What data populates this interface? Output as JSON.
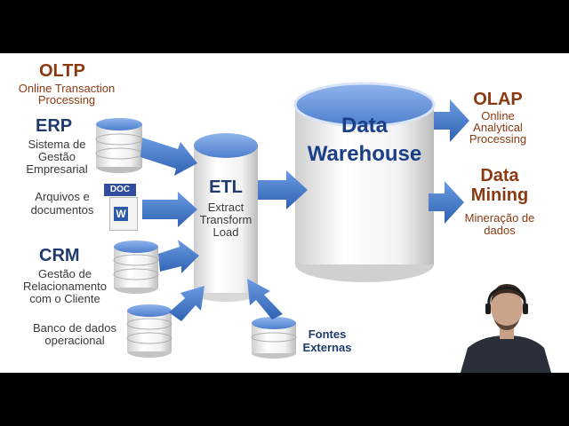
{
  "oltp": {
    "title": "OLTP",
    "sub1": "Online Transaction",
    "sub2": "Processing"
  },
  "erp": {
    "title": "ERP",
    "l1": "Sistema de",
    "l2": "Gestão",
    "l3": "Empresarial"
  },
  "docs": {
    "tag": "DOC",
    "l1": "Arquivos e",
    "l2": "documentos"
  },
  "crm": {
    "title": "CRM",
    "l1": "Gestão de",
    "l2": "Relacionamento",
    "l3": "com o Cliente"
  },
  "banco": {
    "l1": "Banco de dados",
    "l2": "operacional"
  },
  "etl": {
    "title": "ETL",
    "l1": "Extract",
    "l2": "Transform",
    "l3": "Load"
  },
  "fontes": {
    "l1": "Fontes",
    "l2": "Externas"
  },
  "dw": {
    "l1": "Data",
    "l2": "Warehouse"
  },
  "olap": {
    "title": "OLAP",
    "l1": "Online",
    "l2": "Analytical",
    "l3": "Processing"
  },
  "dm": {
    "l1": "Data",
    "l2": "Mining",
    "s1": "Mineração de",
    "s2": "dados"
  },
  "colors": {
    "arrow": "#4a7ec9",
    "cylinder_top": "#6f9be0",
    "brown": "#8a3a12",
    "navy": "#1f3b6b"
  }
}
